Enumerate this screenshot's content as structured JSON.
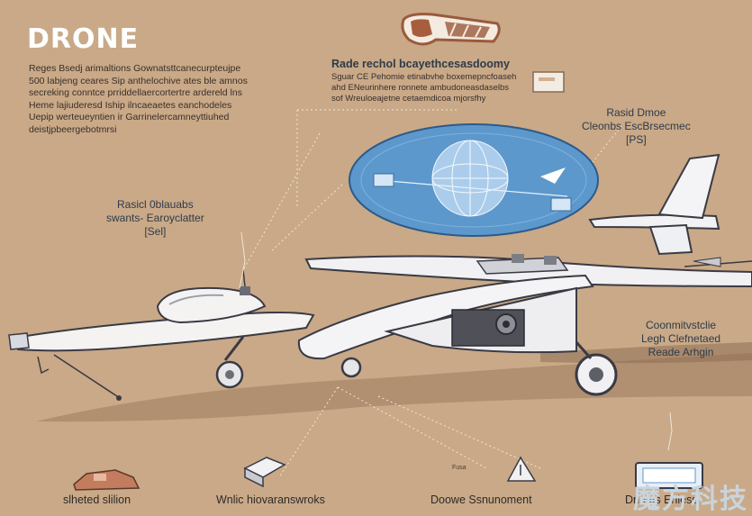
{
  "title": "DRONE",
  "intro_lines": [
    "Reges Bsedj arimaltions Gownatsttcanecurpteujpe",
    "500 labjeng ceares Sip anthelochive ates ble amnos",
    "secreking conntce prriddellaercortertre ardereld lns",
    "Heme lajiuderesd Iship ilncaeaetes eanchodeles",
    "Uepip werteueyntien ir Garrinelercamneyttiuhed",
    "deistjpbeergebotmrsi"
  ],
  "center_header": "Rade rechol bcayethcesasdoomy",
  "center_lines": [
    "Sguar CE Pehomie etinabvhe boxemepncfoaseh",
    "ahd ENeurinhere ronnete ambudoneasdaselbs",
    "sof Wreuloeajetne cetaemdicoa mjorsfhy"
  ],
  "left_label": {
    "line1": "Rasicl 0blauabs",
    "line2": "swants- Earoyclatter",
    "line3": "[Sel]"
  },
  "right_top_label": {
    "line1": "Rasid Dmoe",
    "line2": "Cleonbs EscBrsecmec",
    "line3": "[PS]"
  },
  "right_mid_label": {
    "line1": "Coonmitvstclie",
    "line2": "Legh Clefnetaed",
    "line3": "Reade Arhgin"
  },
  "bottom_labels": [
    "slheted slilion",
    "Wnlic hiovaranswroks",
    "Doowe Ssnunoment",
    "Dnoms Enless"
  ],
  "bottom_small": {
    "mark": "Fusa"
  },
  "watermark": "魔方科技",
  "colors": {
    "background": "#c9a987",
    "accent_blue": "#5d98cc",
    "ink": "#2e3a4a"
  }
}
